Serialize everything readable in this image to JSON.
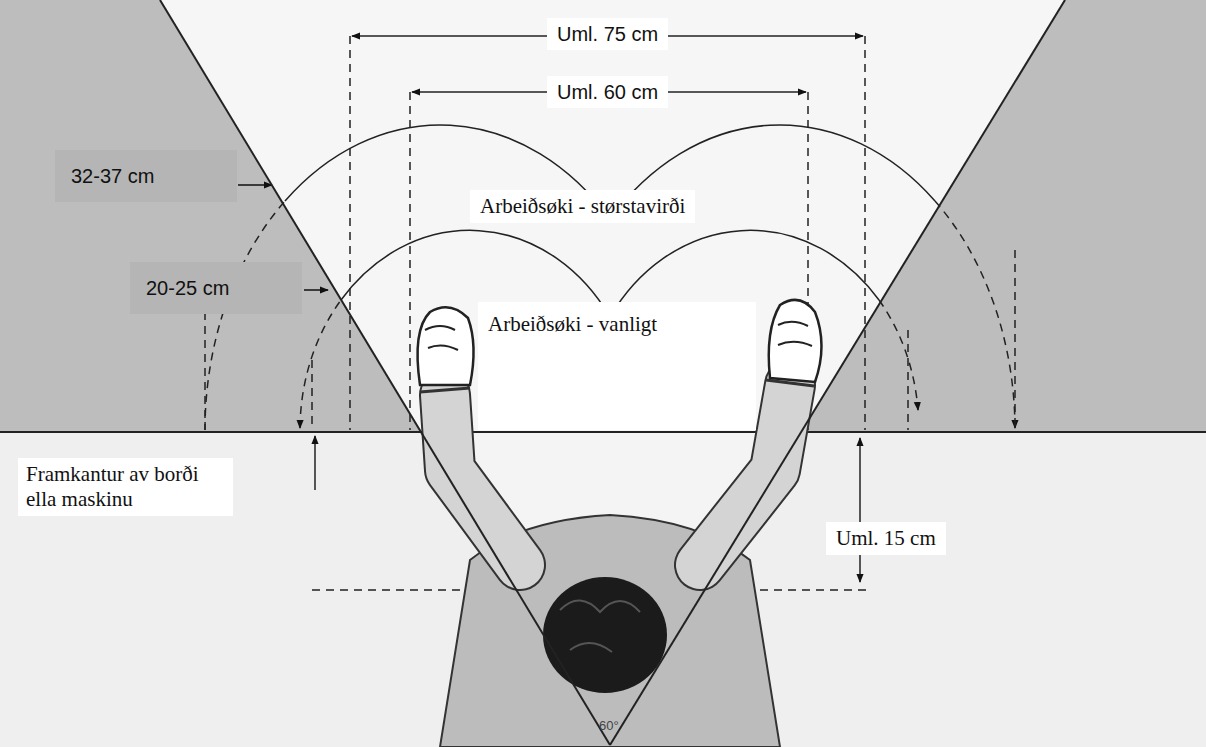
{
  "diagram": {
    "labels": [
      "Uml. 75 cm",
      "Uml. 60 cm",
      "32-37 cm",
      "Arbeiðsøki - størstavirði",
      "20-25 cm",
      "Arbeiðsøki - vanligt",
      "Framkantur av borði ella maskinu",
      "Uml. 15 cm",
      "60°"
    ]
  }
}
